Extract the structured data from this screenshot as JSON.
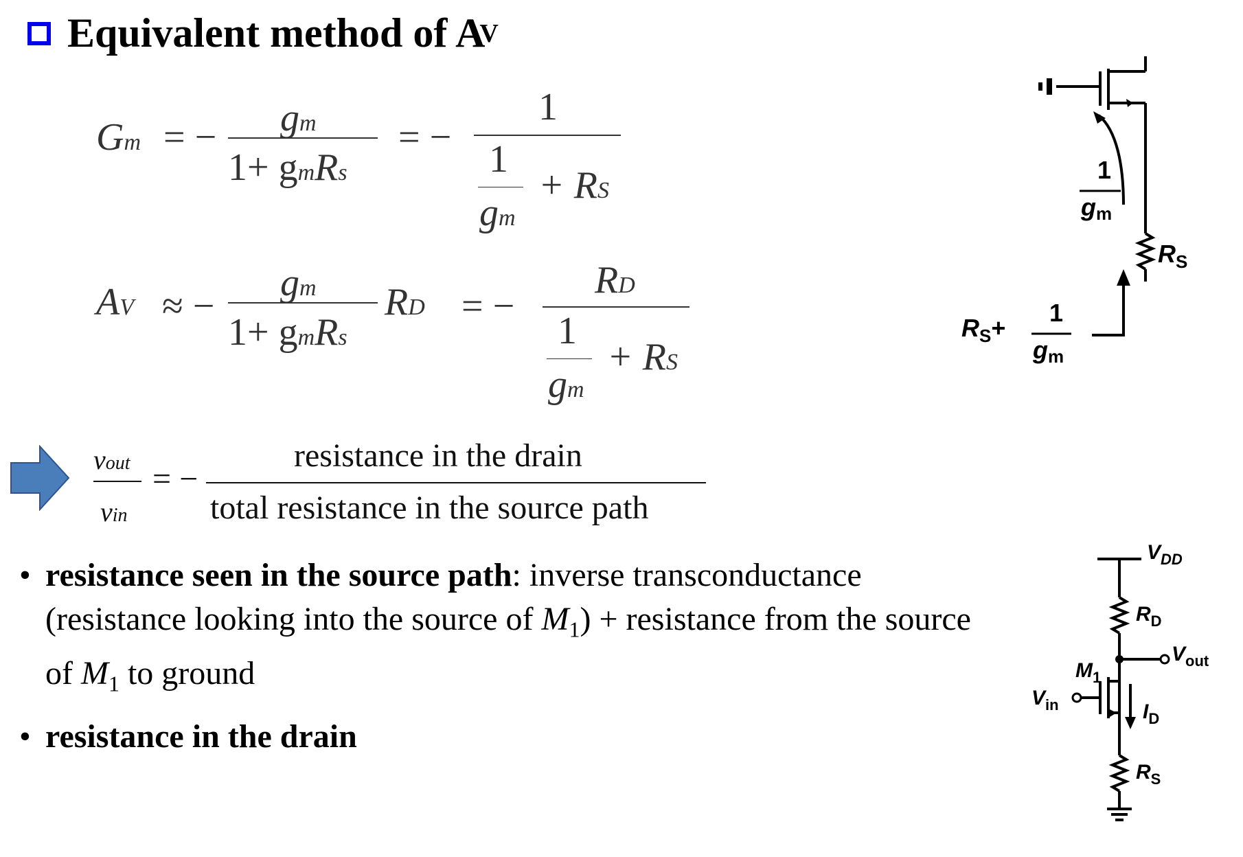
{
  "title": {
    "main": "Equivalent method of A",
    "sub": "V"
  },
  "equations": {
    "gm_eq": {
      "lhs": "G",
      "lhs_sub": "m",
      "eq": "= −",
      "frac1_num": "g",
      "frac1_num_sub": "m",
      "frac1_den": "1+ g",
      "frac1_den_sub": "m",
      "frac1_den_R": "R",
      "frac1_den_R_sub": "s",
      "eq2": "= −",
      "frac2_num": "1",
      "inner_num": "1",
      "inner_den": "g",
      "inner_den_sub": "m",
      "plus_R": "+ R",
      "plus_R_sub": "S"
    },
    "av_eq": {
      "lhs": "A",
      "lhs_sub": "V",
      "approx": "≈ −",
      "frac1_num": "g",
      "frac1_num_sub": "m",
      "frac1_den": "1+ g",
      "frac1_den_sub": "m",
      "frac1_den_R": "R",
      "frac1_den_R_sub": "s",
      "rd": "R",
      "rd_sub": "D",
      "eq2": "= −",
      "frac2_num": "R",
      "frac2_num_sub": "D",
      "inner_num": "1",
      "inner_den": "g",
      "inner_den_sub": "m",
      "plus_R": "+ R",
      "plus_R_sub": "S"
    },
    "ratio": {
      "vout": "v",
      "vout_sub": "out",
      "vin": "v",
      "vin_sub": "in",
      "eq": "= −",
      "numerator": "resistance in the drain",
      "denominator": "total resistance in the source path"
    }
  },
  "bullets": [
    {
      "bold": "resistance seen in the source path",
      "text_a": ": inverse transconductance (resistance looking into the source of ",
      "m1": "M",
      "m1_sub": "1",
      "text_b": ") + resistance from the source of ",
      "m2": "M",
      "m2_sub": "1",
      "text_c": " to ground"
    },
    {
      "bold": "resistance in the drain"
    }
  ],
  "diagram_top": {
    "one": "1",
    "gm": "g",
    "gm_sub": "m",
    "rs": "R",
    "rs_sub": "S",
    "sum_rs": "R",
    "sum_rs_sub": "S",
    "sum_plus": "+",
    "sum_one": "1",
    "sum_gm": "g",
    "sum_gm_sub": "m"
  },
  "diagram_bottom": {
    "vdd": "V",
    "vdd_sub": "DD",
    "rd": "R",
    "rd_sub": "D",
    "vout": "V",
    "vout_sub": "out",
    "m1": "M",
    "m1_sub": "1",
    "vin": "V",
    "vin_sub": "in",
    "id": "I",
    "id_sub": "D",
    "rs": "R",
    "rs_sub": "S"
  },
  "colors": {
    "checkbox": "#0000ee",
    "arrow_fill": "#4a7ebb",
    "arrow_stroke": "#2f528f"
  },
  "icons": [
    "checkbox-icon",
    "right-arrow-icon"
  ]
}
